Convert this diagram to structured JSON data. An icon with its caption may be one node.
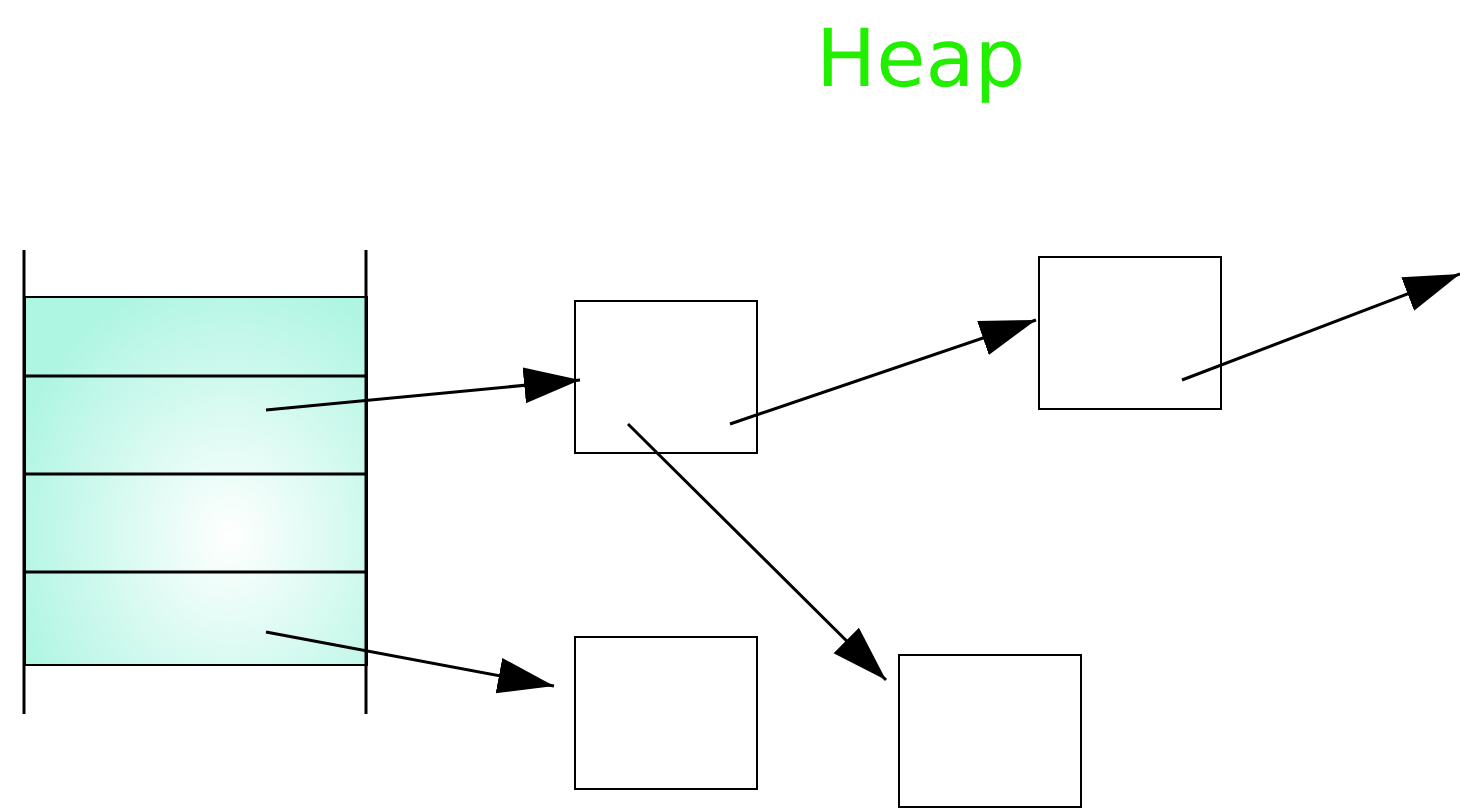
{
  "diagram": {
    "title": "Heap",
    "nodes": [
      {
        "text": [],
        "shape": "box"
      },
      {
        "text": [],
        "shape": "box"
      },
      {
        "text": [],
        "shape": "box"
      },
      {
        "text": [],
        "shape": "box"
      },
      {
        "text": [],
        "shape": "box"
      }
    ],
    "edges": [
      {
        "from": 0,
        "to": 1,
        "arrow": "to"
      },
      {
        "from": 0,
        "to": 3,
        "arrow": "to"
      },
      {
        "from": 1,
        "to": 2,
        "arrow": "to"
      },
      {
        "from": 1,
        "to": 4,
        "arrow": "to"
      },
      {
        "from": 2,
        "to": null,
        "arrow": "to"
      }
    ]
  }
}
